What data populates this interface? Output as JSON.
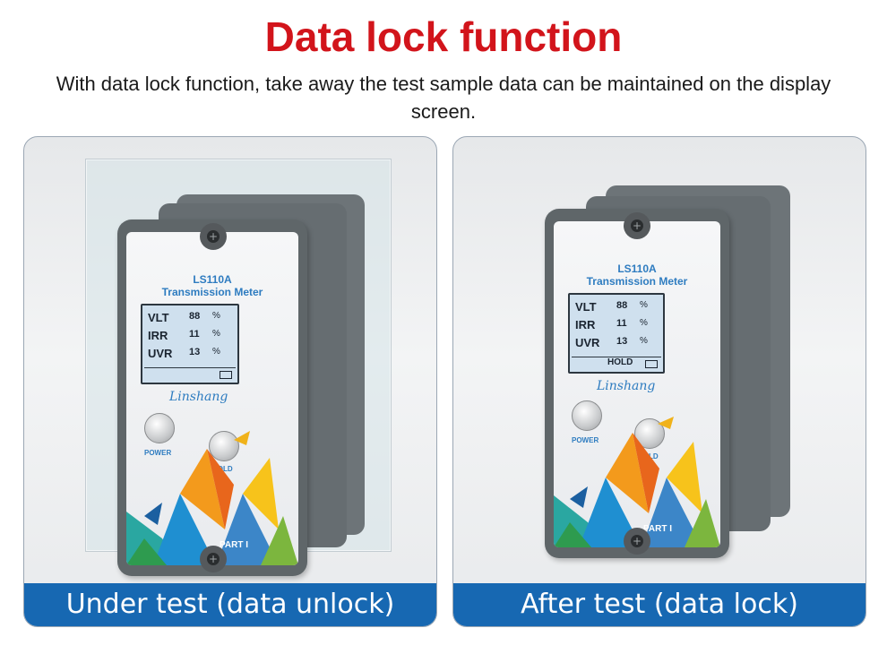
{
  "header": {
    "title": "Data lock function",
    "subtitle": "With data lock function, take away the test sample data can be maintained on the display screen."
  },
  "panels": [
    {
      "caption": "Under test (data unlock)",
      "device": {
        "model": "LS110A",
        "name": "Transmission Meter",
        "readings": [
          {
            "label": "VLT",
            "value": "88",
            "unit": "%"
          },
          {
            "label": "IRR",
            "value": "11",
            "unit": "%"
          },
          {
            "label": "UVR",
            "value": "13",
            "unit": "%"
          }
        ],
        "status": "",
        "brand": "Linshang",
        "power_label": "POWER",
        "hold_label": "HOLD",
        "part_label": "PART  I"
      }
    },
    {
      "caption": "After test (data lock)",
      "device": {
        "model": "LS110A",
        "name": "Transmission Meter",
        "readings": [
          {
            "label": "VLT",
            "value": "88",
            "unit": "%"
          },
          {
            "label": "IRR",
            "value": "11",
            "unit": "%"
          },
          {
            "label": "UVR",
            "value": "13",
            "unit": "%"
          }
        ],
        "status": "HOLD",
        "brand": "Linshang",
        "power_label": "POWER",
        "hold_label": "HOLD",
        "part_label": "PART  I"
      }
    }
  ],
  "colors": {
    "title": "#d2141b",
    "caption_bar": "#1768b2",
    "device_body": "#5f6669",
    "lcd": "#cfe0ee",
    "brand_blue": "#2e7cc0"
  }
}
